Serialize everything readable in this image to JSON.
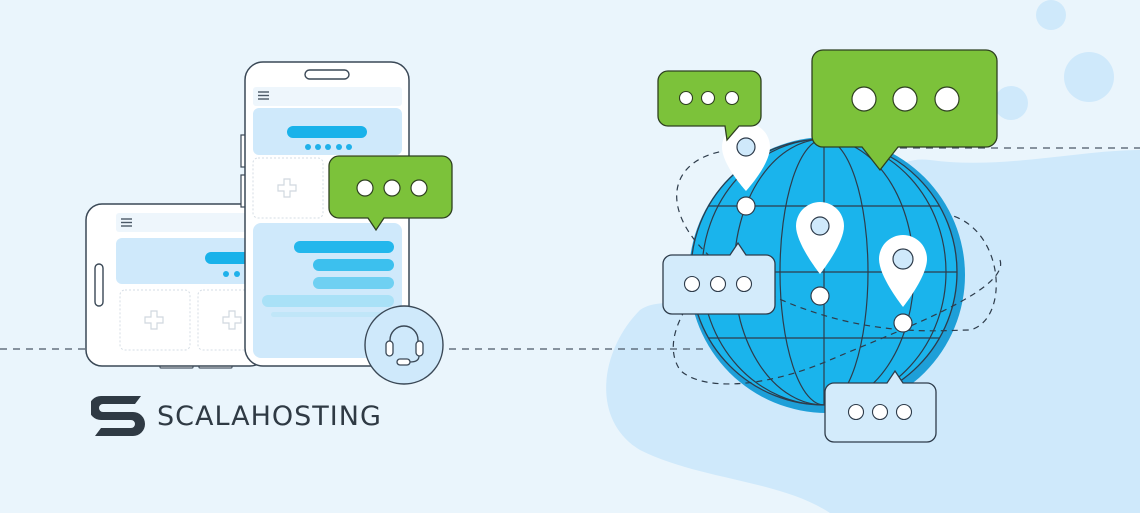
{
  "brand": {
    "name": "SCALAHOSTING",
    "logo_icon": "scala-s-logo-icon"
  },
  "illustration": {
    "subject": "customer support across devices and global chat",
    "colors": {
      "background": "#eaf5fc",
      "background_blob": "#cfe9fb",
      "accent_green": "#7cc23a",
      "globe_blue": "#1ab4ec",
      "globe_dark": "#1696cf",
      "outline": "#2e3c4b",
      "light_bubble": "#d3ebfb",
      "bar_blue": "#23b7ec"
    },
    "left_group": {
      "devices": [
        "landscape-phone",
        "portrait-phone"
      ],
      "chat_bubble": "green-typing-bubble",
      "support_icon": "headset-icon"
    },
    "right_group": {
      "globe": "globe-with-grid",
      "location_pins": 3,
      "chat_bubbles": [
        {
          "color": "green",
          "size": "small",
          "dots": 3
        },
        {
          "color": "green",
          "size": "large",
          "dots": 3
        },
        {
          "color": "light-blue",
          "size": "medium",
          "dots": 3
        },
        {
          "color": "light-blue",
          "size": "medium",
          "dots": 3
        }
      ]
    }
  }
}
